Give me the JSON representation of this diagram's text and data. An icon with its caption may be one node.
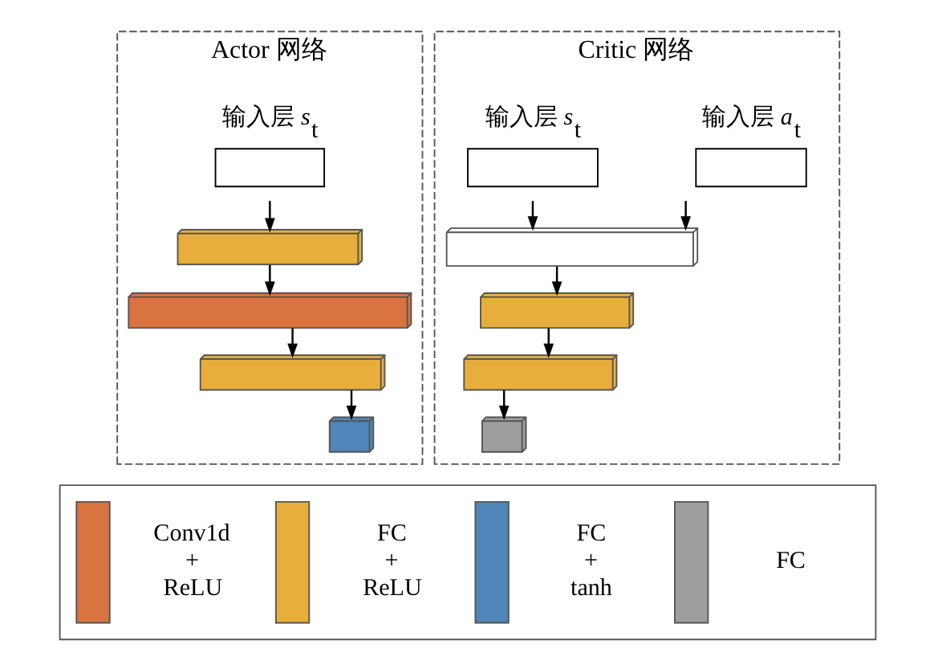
{
  "diagram": {
    "nodes": [
      {
        "text": [
          "Actor 网络"
        ]
      },
      {
        "text": [
          "输入层 *s*$_{t}$"
        ],
        "in": 0
      },
      {
        "text": [],
        "shape": "box",
        "in": 0
      },
      {
        "text": [],
        "shape": "box",
        "in": 0
      },
      {
        "text": [],
        "shape": "box",
        "in": 0
      },
      {
        "text": [],
        "shape": "box",
        "in": 0
      },
      {
        "text": [
          "Critic 网络"
        ]
      },
      {
        "text": [
          "输入层 *s*$_{t}$"
        ],
        "in": 6
      },
      {
        "text": [
          "输入层 *a*$_{t}$"
        ],
        "in": 6
      },
      {
        "text": [],
        "shape": "box",
        "in": 6
      },
      {
        "text": [],
        "shape": "box",
        "in": 6
      },
      {
        "text": [],
        "shape": "box",
        "in": 6
      },
      {
        "text": [],
        "shape": "box",
        "in": 6
      }
    ],
    "edges": [
      {
        "from": 1,
        "to": 2,
        "arrow": "to"
      },
      {
        "from": 2,
        "to": 3,
        "arrow": "to"
      },
      {
        "from": 3,
        "to": 4,
        "arrow": "to"
      },
      {
        "from": 4,
        "to": 5,
        "arrow": "to"
      },
      {
        "from": 7,
        "to": 9,
        "arrow": "to"
      },
      {
        "from": 8,
        "to": 9,
        "arrow": "to"
      },
      {
        "from": 9,
        "to": 10,
        "arrow": "to"
      },
      {
        "from": 10,
        "to": 11,
        "arrow": "to"
      },
      {
        "from": 11,
        "to": 12,
        "arrow": "to"
      }
    ],
    "legend": [
      {
        "text": "Conv1d + ReLU",
        "color": "#d9733f"
      },
      {
        "text": "FC + ReLU",
        "color": "#e8ae3c"
      },
      {
        "text": "FC + tanh",
        "color": "#4f85b8"
      },
      {
        "text": "FC",
        "color": "#9d9ea0"
      }
    ]
  }
}
